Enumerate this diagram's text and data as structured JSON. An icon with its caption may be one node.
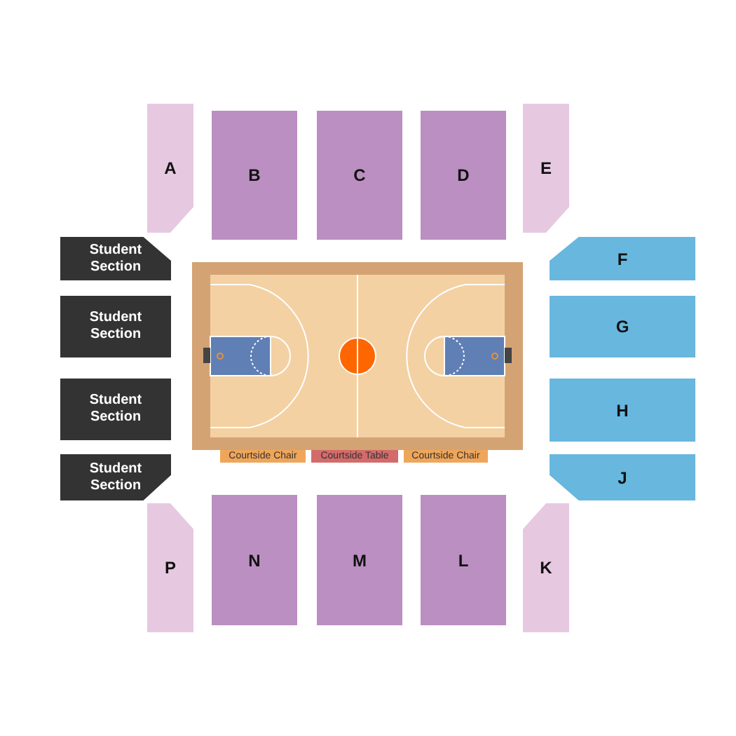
{
  "diagram": {
    "nodes": [
      {
        "text": [
          "A"
        ]
      },
      {
        "text": [
          "B"
        ]
      },
      {
        "text": [
          "C"
        ]
      },
      {
        "text": [
          "D"
        ]
      },
      {
        "text": [
          "E"
        ]
      },
      {
        "text": [
          "Student Section"
        ]
      },
      {
        "text": [
          "F"
        ]
      },
      {
        "text": [
          "Student Section"
        ]
      },
      {
        "text": [
          "G"
        ]
      },
      {
        "text": [
          "Student Section"
        ]
      },
      {
        "text": [
          "H"
        ]
      },
      {
        "text": [
          "Student Section"
        ]
      },
      {
        "text": [
          "J"
        ]
      },
      {
        "text": [
          "Courtside Chair"
        ]
      },
      {
        "text": [
          "Courtside Table"
        ]
      },
      {
        "text": [
          "Courtside Chair"
        ]
      },
      {
        "text": [
          "P"
        ]
      },
      {
        "text": [
          "N"
        ]
      },
      {
        "text": [
          "M"
        ]
      },
      {
        "text": [
          "L"
        ]
      },
      {
        "text": [
          "K"
        ]
      }
    ]
  }
}
